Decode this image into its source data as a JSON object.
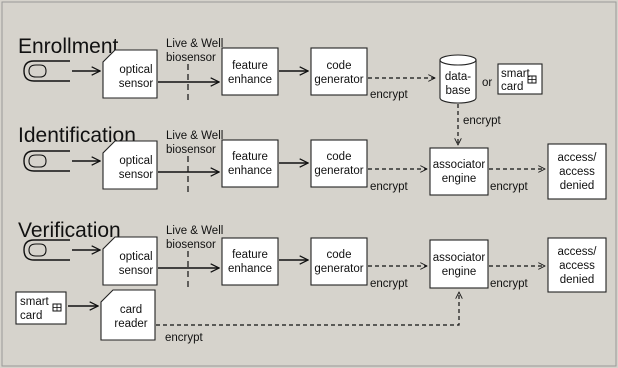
{
  "rows": {
    "enrollment": {
      "title": "Enrollment",
      "biosensor": [
        "Live & Well",
        "biosensor"
      ],
      "optical": [
        "optical",
        "sensor"
      ],
      "feature": [
        "feature",
        "enhance"
      ],
      "code": [
        "code",
        "generator"
      ],
      "encrypt": "encrypt",
      "database": [
        "data-",
        "base"
      ],
      "or": "or",
      "smartcard": [
        "smart",
        "card"
      ]
    },
    "identification": {
      "title": "Identification",
      "biosensor": [
        "Live & Well",
        "biosensor"
      ],
      "optical": [
        "optical",
        "sensor"
      ],
      "feature": [
        "feature",
        "enhance"
      ],
      "code": [
        "code",
        "generator"
      ],
      "encrypt1": "encrypt",
      "associator": [
        "associator",
        "engine"
      ],
      "encrypt2": "encrypt",
      "access": [
        "access/",
        "access",
        "denied"
      ],
      "db_encrypt": "encrypt"
    },
    "verification": {
      "title": "Verification",
      "biosensor": [
        "Live & Well",
        "biosensor"
      ],
      "optical": [
        "optical",
        "sensor"
      ],
      "feature": [
        "feature",
        "enhance"
      ],
      "code": [
        "code",
        "generator"
      ],
      "encrypt1": "encrypt",
      "associator": [
        "associator",
        "engine"
      ],
      "encrypt2": "encrypt",
      "access": [
        "access/",
        "access",
        "denied"
      ],
      "smartcard": [
        "smart",
        "card"
      ],
      "cardreader": [
        "card",
        "reader"
      ],
      "encrypt3": "encrypt"
    }
  },
  "icons": {
    "finger": "fingerprint-finger-icon",
    "chip": "smart-card-chip-icon",
    "database": "database-cylinder-icon"
  },
  "colors": {
    "background": "#d6d3cc",
    "box": "#ffffff",
    "ink": "#111111"
  }
}
